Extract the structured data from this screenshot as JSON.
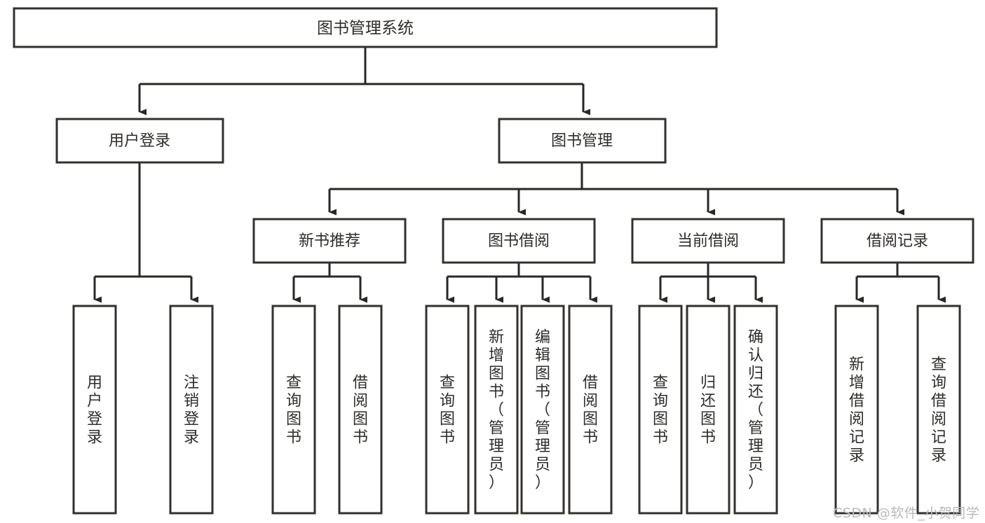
{
  "diagram": {
    "type": "tree-hierarchy-diagram",
    "title": "图书管理系统",
    "colors": {
      "background": "#ffffff",
      "box_border": "#33302e",
      "connector": "#2a2724",
      "text": "#2f2c2a",
      "watermark": "#b9b9b9"
    },
    "levels": {
      "root": {
        "label": "图书管理系统"
      },
      "level2": [
        {
          "label": "用户登录"
        },
        {
          "label": "图书管理"
        }
      ],
      "level3": [
        {
          "label": "新书推荐"
        },
        {
          "label": "图书借阅"
        },
        {
          "label": "当前借阅"
        },
        {
          "label": "借阅记录"
        }
      ],
      "leaves_user_login": [
        {
          "label": "用户登录"
        },
        {
          "label": "注销登录"
        }
      ],
      "leaves_new_book": [
        {
          "label": "查询图书"
        },
        {
          "label": "借阅图书"
        }
      ],
      "leaves_borrow": [
        {
          "label": "查询图书"
        },
        {
          "label": "新增图书（管理员）"
        },
        {
          "label": "编辑图书（管理员）"
        },
        {
          "label": "借阅图书"
        }
      ],
      "leaves_current": [
        {
          "label": "查询图书"
        },
        {
          "label": "归还图书"
        },
        {
          "label": "确认归还（管理员）"
        }
      ],
      "leaves_records": [
        {
          "label": "新增借阅记录"
        },
        {
          "label": "查询借阅记录"
        }
      ]
    }
  },
  "watermark": {
    "text": "CSDN @软件_小贺同学"
  }
}
